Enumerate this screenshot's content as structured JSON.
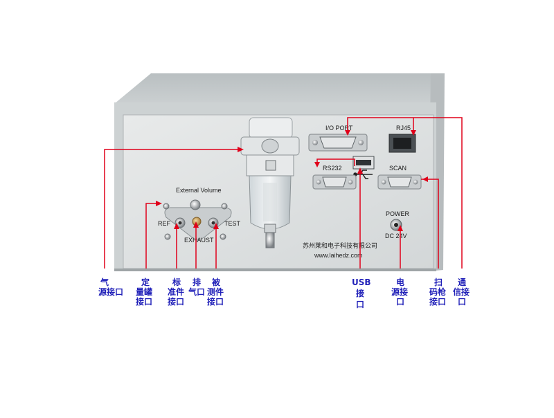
{
  "panel": {
    "io_port": "I/O PORT",
    "rj45": "RJ45",
    "rs232": "RS232",
    "scan": "SCAN",
    "external_volume": "External Volume",
    "ref": "REF",
    "test": "TEST",
    "exhaust": "EXHAUST",
    "power": "POWER",
    "dc24v": "DC 24V",
    "company": "苏州莱和电子科技有限公司",
    "website": "www.laihedz.com"
  },
  "callouts": {
    "gas_source": [
      "气",
      "源接口"
    ],
    "fixed_volume": [
      "定",
      "量罐",
      "接口"
    ],
    "reference": [
      "标",
      "准件",
      "接口"
    ],
    "exhaust": [
      "排",
      "气口"
    ],
    "test": [
      "被",
      "测件",
      "接口"
    ],
    "usb": [
      "USB",
      "接",
      "口"
    ],
    "power": [
      "电",
      "源接",
      "口"
    ],
    "scanner": [
      "扫",
      "码枪",
      "接口"
    ],
    "comm": [
      "通",
      "信接",
      "口"
    ]
  },
  "colors": {
    "leader": "#e0001a",
    "callout_text": "#1f1fb8",
    "panel_face": "#dfe2e2",
    "panel_top": "#c8cdce"
  }
}
